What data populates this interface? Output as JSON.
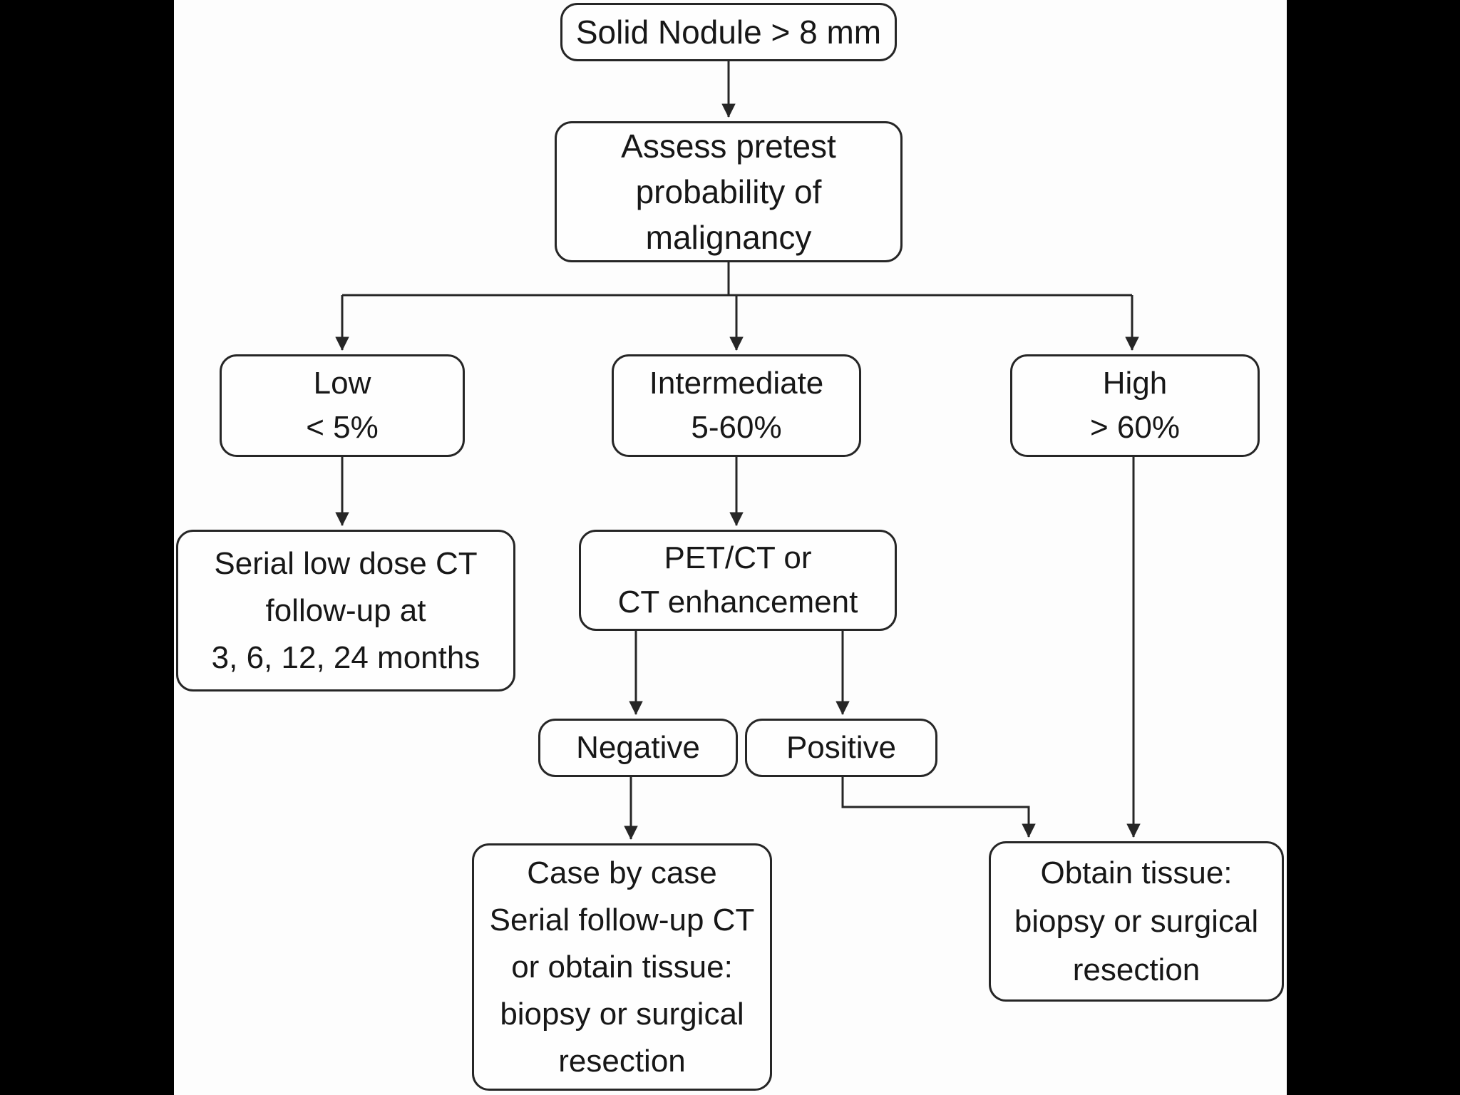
{
  "diagram": {
    "type": "flowchart",
    "background_color": "#000000",
    "canvas_color": "#fdfdfd",
    "node_fill": "#fefefe",
    "line_color": "#262626",
    "text_color": "#171717",
    "nodes": {
      "solid_nodule": {
        "label": "Solid Nodule > 8 mm"
      },
      "assess": {
        "label": "Assess pretest\nprobability of\nmalignancy"
      },
      "low": {
        "label": "Low\n< 5%"
      },
      "intermediate": {
        "label": "Intermediate\n5-60%"
      },
      "high": {
        "label": "High\n> 60%"
      },
      "serial_ct": {
        "label": "Serial low dose CT\nfollow-up at\n3, 6, 12, 24 months"
      },
      "pet_ct": {
        "label": "PET/CT or\nCT enhancement"
      },
      "negative": {
        "label": "Negative"
      },
      "positive": {
        "label": "Positive"
      },
      "case_by_case": {
        "label": "Case by case\nSerial follow-up CT\nor obtain tissue:\nbiopsy or surgical\nresection"
      },
      "obtain_tissue": {
        "label": "Obtain tissue:\nbiopsy or surgical\nresection"
      }
    },
    "edges": [
      {
        "from": "solid_nodule",
        "to": "assess"
      },
      {
        "from": "assess",
        "to": "low"
      },
      {
        "from": "assess",
        "to": "intermediate"
      },
      {
        "from": "assess",
        "to": "high"
      },
      {
        "from": "low",
        "to": "serial_ct"
      },
      {
        "from": "intermediate",
        "to": "pet_ct"
      },
      {
        "from": "pet_ct",
        "to": "negative"
      },
      {
        "from": "pet_ct",
        "to": "positive"
      },
      {
        "from": "negative",
        "to": "case_by_case"
      },
      {
        "from": "positive",
        "to": "obtain_tissue"
      },
      {
        "from": "high",
        "to": "obtain_tissue"
      }
    ]
  }
}
